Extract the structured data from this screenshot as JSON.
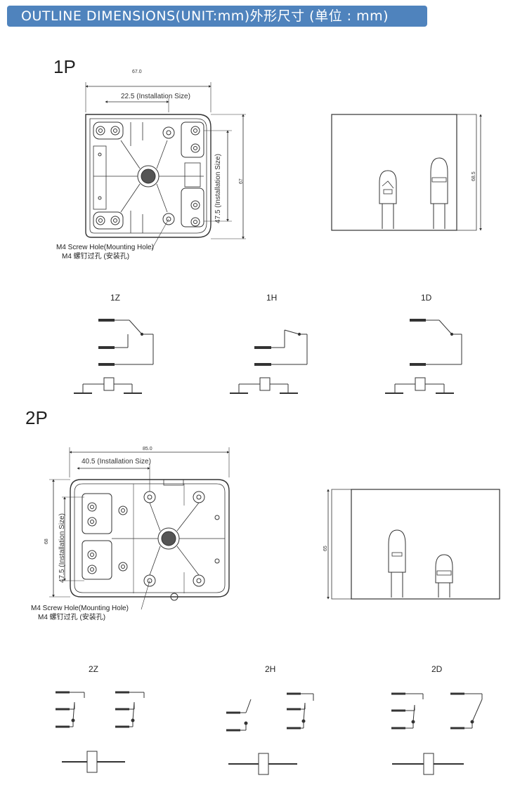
{
  "banner": {
    "title": "OUTLINE DIMENSIONS(UNIT:mm)外形尺寸 (单位 : mm)",
    "color": "#4f83bd"
  },
  "p1": {
    "heading": "1P",
    "width_dim": "67.0",
    "install_width": "22.5 (Installation Size)",
    "height_dim": "67",
    "install_height": "47.5 (Installation Size)",
    "screw_note_en": "M4 Screw Hole(Mounting Hole)",
    "screw_note_cn": "M4 螺钉过孔 (安装孔)",
    "side_height": "68.5",
    "schematics": [
      "1Z",
      "1H",
      "1D"
    ]
  },
  "p2": {
    "heading": "2P",
    "width_dim": "85.0",
    "install_width": "40.5 (Installation Size)",
    "height_dim": "68",
    "install_height": "47.5 (Installation Size)",
    "screw_note_en": "M4 Screw Hole(Mounting Hole)",
    "screw_note_cn": "M4 螺钉过孔 (安装孔)",
    "side_height": "65",
    "schematics": [
      "2Z",
      "2H",
      "2D"
    ]
  }
}
